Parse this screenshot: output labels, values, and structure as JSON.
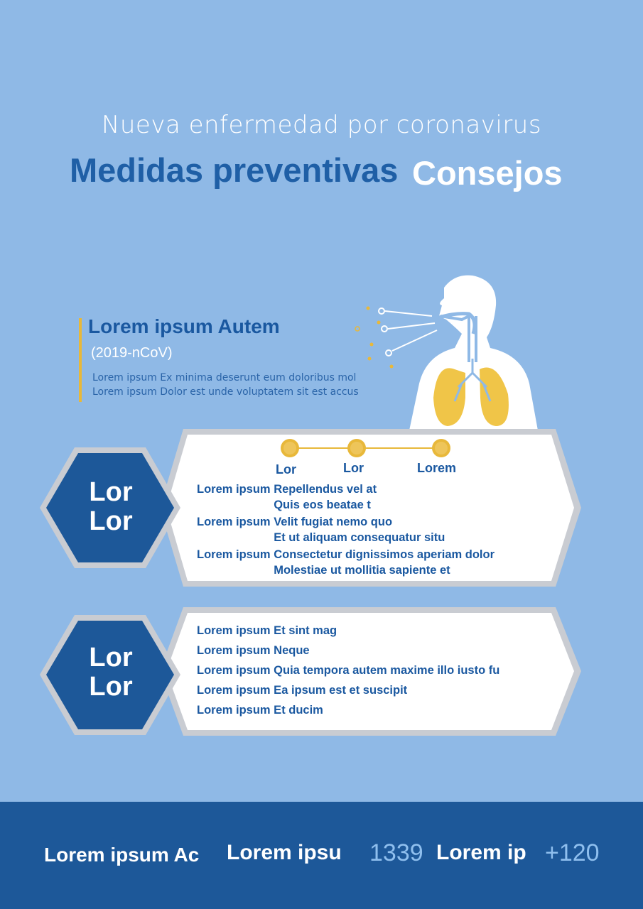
{
  "header": {
    "subtitle": "Nueva enfermedad por coronavirus",
    "title_dark": "Medidas preventivas",
    "title_light": "Consejos"
  },
  "intro": {
    "title": "Lorem ipsum Autem",
    "code": "(2019-nCoV)",
    "lines": [
      "Lorem ipsum Ex minima deserunt eum doloribus mol",
      "Lorem ipsum Dolor est unde voluptatem sit est accus"
    ]
  },
  "panel1": {
    "hex_label": [
      "Lor",
      "Lor"
    ],
    "steps": [
      "Lor",
      "Lor",
      "Lorem"
    ],
    "rows": [
      {
        "prefix": "Lorem ipsum ",
        "a": "Repellendus vel at",
        "b": "Quis eos beatae t"
      },
      {
        "prefix": "Lorem ipsum ",
        "a": "Velit fugiat nemo quo",
        "b": "Et ut aliquam consequatur situ"
      },
      {
        "prefix": "Lorem ipsum ",
        "a": "Consectetur dignissimos aperiam dolor",
        "b": "Molestiae ut mollitia sapiente et"
      }
    ]
  },
  "panel2": {
    "hex_label": [
      "Lor",
      "Lor"
    ],
    "rows": [
      "Lorem ipsum Et sint mag",
      "Lorem ipsum Neque",
      "Lorem ipsum Quia tempora autem maxime illo iusto fu",
      "Lorem ipsum Ea ipsum est et suscipit",
      "Lorem ipsum Et ducim"
    ]
  },
  "footer": {
    "label1": "Lorem ipsum Ac",
    "label2": "Lorem ipsu",
    "num1": "1339",
    "label3": "Lorem ip",
    "num2": "+120"
  },
  "colors": {
    "background": "#8fb9e6",
    "dark_blue": "#1d5899",
    "accent_yellow": "#e8b83a"
  }
}
